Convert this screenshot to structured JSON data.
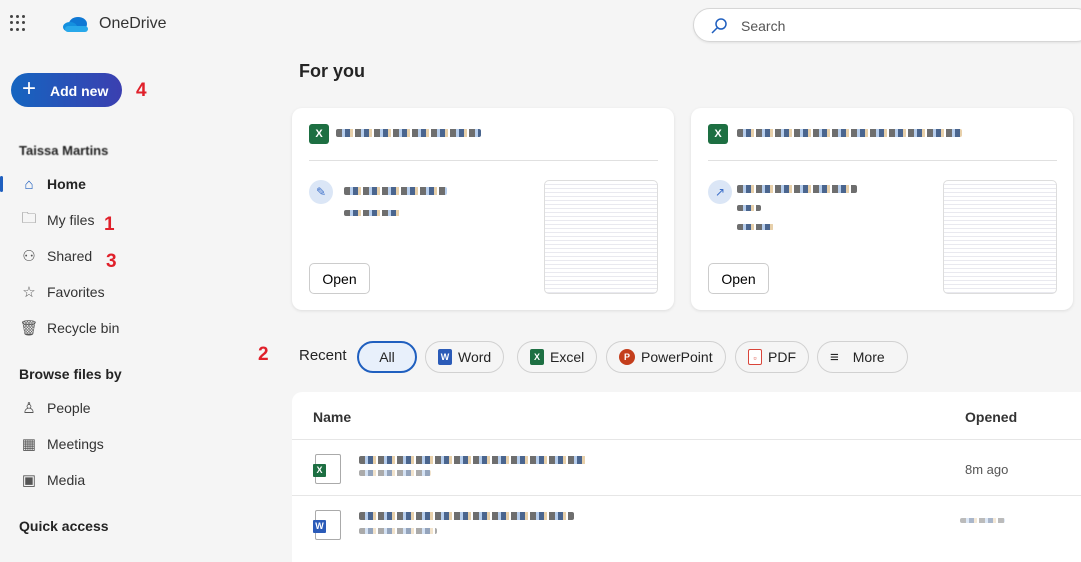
{
  "header": {
    "app_name": "OneDrive",
    "search_placeholder": "Search"
  },
  "sidebar": {
    "add_new": "Add new",
    "user_name": "Taissa Martins",
    "items": [
      {
        "label": "Home",
        "icon": "home-icon"
      },
      {
        "label": "My files",
        "icon": "folder-icon"
      },
      {
        "label": "Shared",
        "icon": "people-icon"
      },
      {
        "label": "Favorites",
        "icon": "star-icon"
      },
      {
        "label": "Recycle bin",
        "icon": "trash-icon"
      }
    ],
    "browse_heading": "Browse files by",
    "browse_items": [
      {
        "label": "People",
        "icon": "person-icon"
      },
      {
        "label": "Meetings",
        "icon": "calendar-icon"
      },
      {
        "label": "Media",
        "icon": "image-icon"
      }
    ],
    "quick_access": "Quick access"
  },
  "annotations": {
    "my_files": "1",
    "recent": "2",
    "shared": "3",
    "add_new": "4"
  },
  "main": {
    "for_you": "For you",
    "cards": [
      {
        "open": "Open",
        "activity_icon": "pencil-icon"
      },
      {
        "open": "Open",
        "activity_icon": "share-icon"
      }
    ],
    "recent_label": "Recent",
    "filters": [
      "All",
      "Word",
      "Excel",
      "PowerPoint",
      "PDF",
      "More"
    ],
    "table": {
      "col_name": "Name",
      "col_opened": "Opened",
      "rows": [
        {
          "type": "excel",
          "opened": "8m ago"
        },
        {
          "type": "word",
          "opened": ""
        }
      ]
    }
  },
  "colors": {
    "accent": "#1f5fbf",
    "excel": "#1d6f42",
    "word": "#2b5bb8",
    "powerpoint": "#c43e1c",
    "pdf": "#d9453a",
    "annotation": "#e0202a"
  }
}
